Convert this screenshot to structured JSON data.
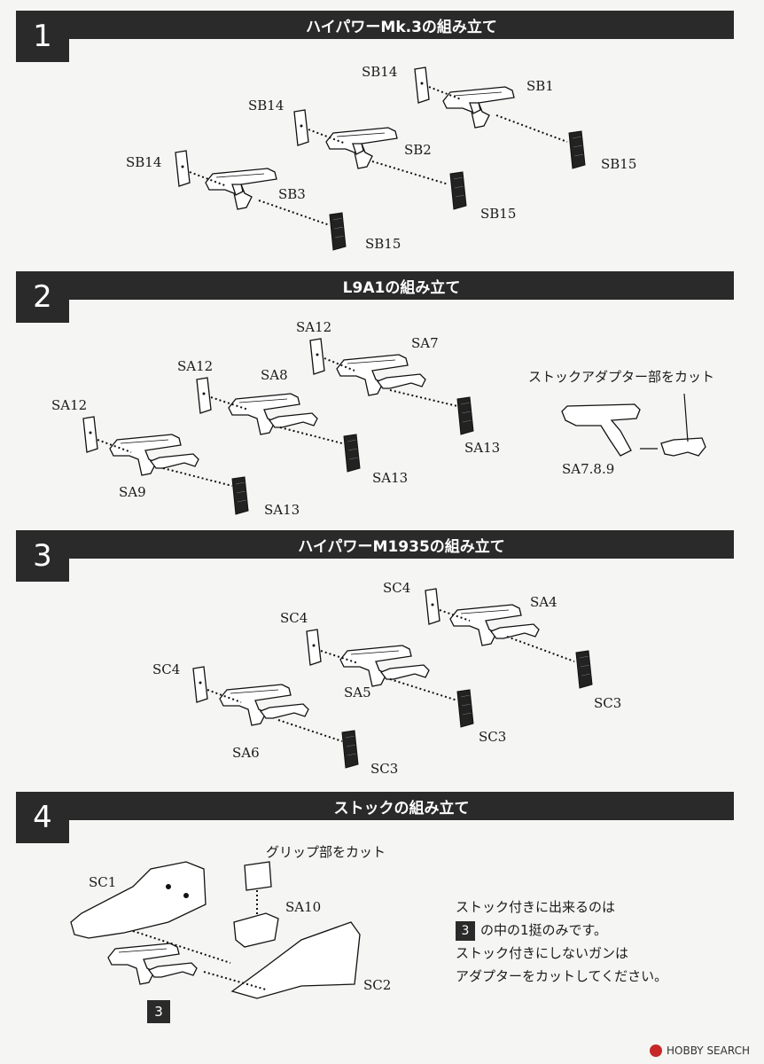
{
  "sections": [
    {
      "num": "1",
      "title": "ハイパワーMk.3の組み立て"
    },
    {
      "num": "2",
      "title": "L9A1の組み立て"
    },
    {
      "num": "3",
      "title": "ハイパワーM1935の組み立て"
    },
    {
      "num": "4",
      "title": "ストックの組み立て"
    }
  ],
  "parts": {
    "s1": [
      "SB14",
      "SB1",
      "SB14",
      "SB2",
      "SB15",
      "SB14",
      "SB3",
      "SB15",
      "SB15"
    ],
    "s2": [
      "SA12",
      "SA7",
      "SA12",
      "SA8",
      "SA12",
      "SA13",
      "SA13",
      "SA9",
      "SA13",
      "SA7.8.9"
    ],
    "s3": [
      "SC4",
      "SA4",
      "SC4",
      "SC4",
      "SA5",
      "SC3",
      "SC3",
      "SA6",
      "SC3"
    ],
    "s4": [
      "SC1",
      "SA10",
      "SC2"
    ]
  },
  "notes": {
    "cut_stock_adapter": "ストックアダプター部をカット",
    "cut_grip": "グリップ部をカット",
    "stock_line1": "ストック付きに出来るのは",
    "stock_line2_ref": "3",
    "stock_line2": "の中の1挺のみです。",
    "stock_line3": "ストック付きにしないガンは",
    "stock_line4": "アダプターをカットしてください。",
    "ref_box": "3"
  },
  "footer": {
    "brand": "HOBBY SEARCH"
  }
}
